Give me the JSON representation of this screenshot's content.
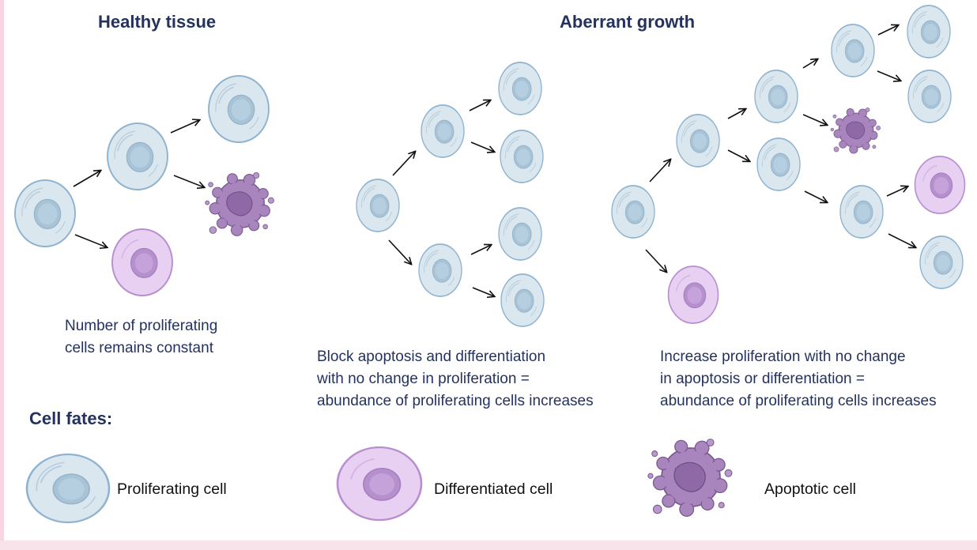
{
  "headings": {
    "healthy": "Healthy tissue",
    "aberrant": "Aberrant growth",
    "legend_title": "Cell fates:"
  },
  "captions": {
    "healthy": "Number of proliferating\ncells remains constant",
    "block": "Block apoptosis and differentiation\nwith no change in proliferation =\nabundance of proliferating cells increases",
    "increase": "Increase proliferation with no change\nin apoptosis or differentiation =\nabundance of proliferating cells increases"
  },
  "legend": {
    "proliferating": "Proliferating cell",
    "differentiated": "Differentiated cell",
    "apoptotic": "Apoptotic cell"
  },
  "colors": {
    "proliferating_fill": "#dbe7ef",
    "proliferating_stroke": "#8fb3cf",
    "differentiated_fill": "#e7d0f2",
    "differentiated_stroke": "#b98ecf",
    "apoptotic_fill": "#a985bd",
    "apoptotic_stroke": "#7a5a8f",
    "text": "#24325f"
  }
}
